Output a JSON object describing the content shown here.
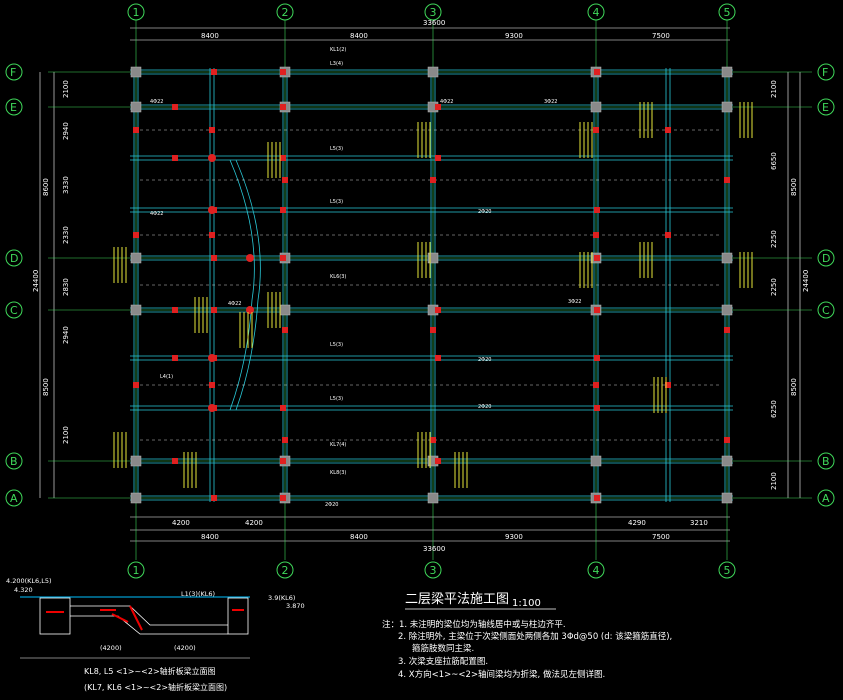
{
  "title": {
    "text": "二层梁平法施工图",
    "scale": "1:100"
  },
  "notes": [
    "注：1. 未注明的梁位均为轴线居中或与柱边齐平.",
    "2. 除注明外, 主梁位于次梁侧面处两侧各加 3Φd@50 (d: 该梁箍筋直径),",
    "箍筋肢数同主梁.",
    "3. 次梁支座拉筋配置图.",
    "4. X方向<1>~<2>轴间梁均为折梁, 做法见左侧详图."
  ],
  "detail": {
    "level_left": "4.200(KL6,L5)",
    "level_left2": "4.320",
    "top_note": "L1(3)(KL6)",
    "level_right": "3.9(KL6)",
    "level_right2": "3.870",
    "dim1": "(4200)",
    "dim2": "(4200)",
    "caption1": "KL8, L5 <1>~<2>轴折板梁立面图",
    "caption2": "(KL7, KL6 <1>~<2>轴折板梁立面图)"
  },
  "axes": {
    "vertical": [
      "1",
      "2",
      "3",
      "4",
      "5"
    ],
    "horizontal": [
      "F",
      "E",
      "D",
      "C",
      "B",
      "A"
    ]
  },
  "dimensions": {
    "top_spans": [
      "8400",
      "8400",
      "9300",
      "7500"
    ],
    "top_total": "33600",
    "bottom_spans": [
      "8400",
      "8400",
      "9300",
      "7500"
    ],
    "bottom_total": "33600",
    "bottom_sub": [
      "4200",
      "4200",
      "4290",
      "3210"
    ],
    "left_spans": [
      "2100",
      "2940",
      "3330",
      "2330",
      "2830",
      "2940",
      "2100"
    ],
    "left_groups": [
      "8600",
      "8500"
    ],
    "left_total": "24400",
    "right_spans": [
      "2100",
      "6650",
      "2250",
      "2250",
      "6250",
      "2100"
    ],
    "right_groups": [
      "8500",
      "8500"
    ],
    "right_total": "24400"
  },
  "beam_labels": [
    "KL1(2)",
    "L3(4)",
    "L5(3)",
    "L5(3)",
    "L5(3)",
    "L5(3)",
    "KL6(3)",
    "KL7(4)",
    "KL8(3)",
    "L4(1)",
    "4Φ22",
    "4Φ22",
    "4Φ22",
    "4Φ22",
    "3Φ22",
    "2Φ20",
    "2Φ20",
    "3Φ22",
    "2Φ20",
    "2Φ20"
  ]
}
